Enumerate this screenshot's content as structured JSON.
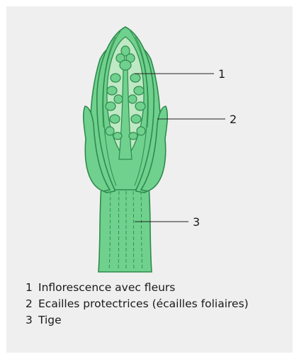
{
  "callouts": [
    {
      "number": "1"
    },
    {
      "number": "2"
    },
    {
      "number": "3"
    }
  ],
  "legend": [
    {
      "number": "1",
      "text": "Inflorescence avec fleurs"
    },
    {
      "number": "2",
      "text": "Ecailles protectrices (écailles foliaires)"
    },
    {
      "number": "3",
      "text": "Tige"
    }
  ],
  "colors": {
    "panel_background": "#efefef",
    "plant_fill": "#6fd18d",
    "plant_light": "#bfe8c4",
    "plant_stroke": "#2f8a4d",
    "leader_line": "#222222"
  },
  "icon": "asparagus-tip-cross-section"
}
